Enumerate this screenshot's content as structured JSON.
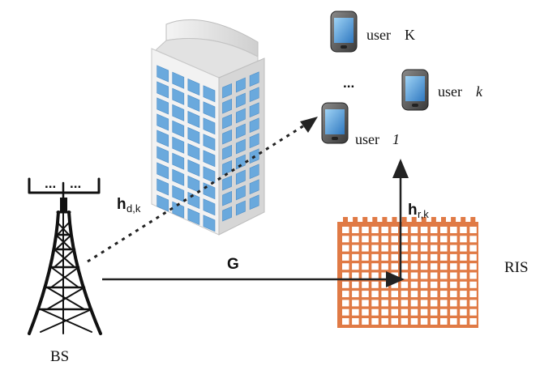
{
  "labels": {
    "base_station": "BS",
    "ris": "RIS",
    "bs_to_ris_channel": "G",
    "direct_channel_symbol": "h",
    "direct_channel_sub": "d,k",
    "reflected_channel_symbol": "h",
    "reflected_channel_sub": "r,k",
    "antenna_dots_left": "...",
    "antenna_dots_right": "...",
    "users_ellipsis": "...",
    "user_K_word": "user",
    "user_K_index": "K",
    "user_k_word": "user",
    "user_k_index": "k",
    "user_1_word": "user",
    "user_1_index": "1"
  },
  "colors": {
    "ris_orange": "#e07a45",
    "building_window_blue": "#6aa9dd",
    "arrow_dark": "#222222"
  },
  "icons": [
    "cell-tower-icon",
    "building-icon",
    "smartphone-icon",
    "ris-panel-icon"
  ]
}
